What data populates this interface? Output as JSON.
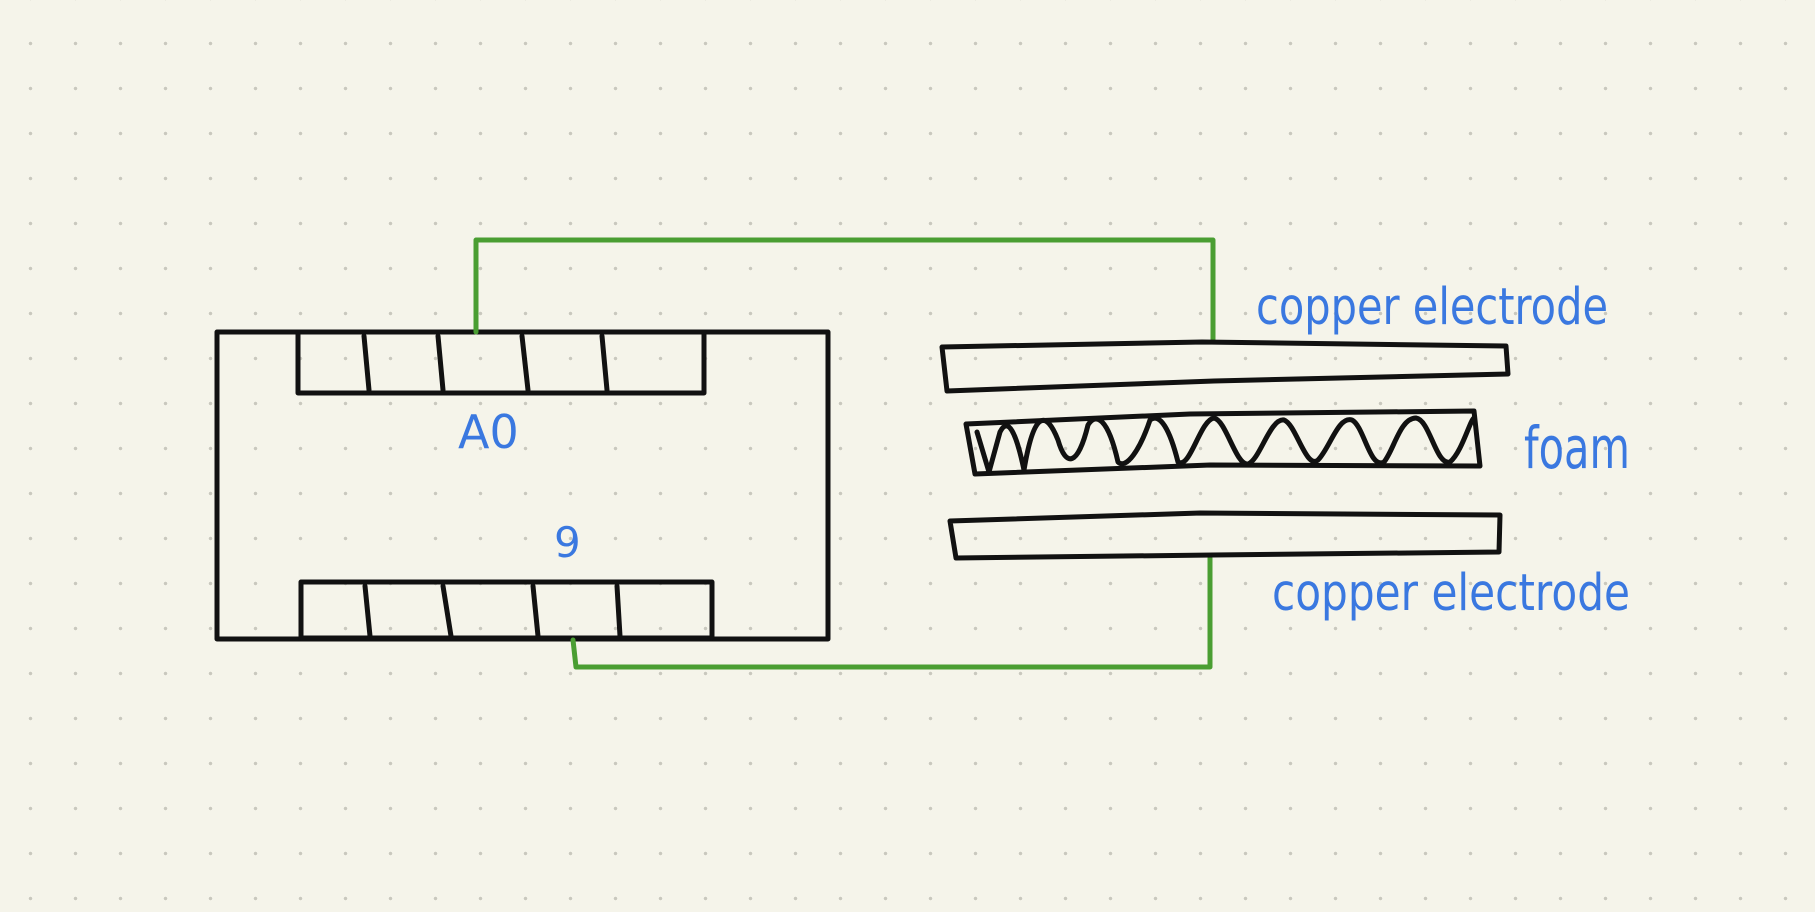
{
  "colors": {
    "background": "#f5f4ea",
    "ink": "#111111",
    "wire": "#4a9e32",
    "label": "#3a78e0"
  },
  "labels": {
    "pin_top": "A0",
    "pin_bottom": "9",
    "electrode_top": "copper electrode",
    "foam": "foam",
    "electrode_bottom": "copper electrode"
  }
}
